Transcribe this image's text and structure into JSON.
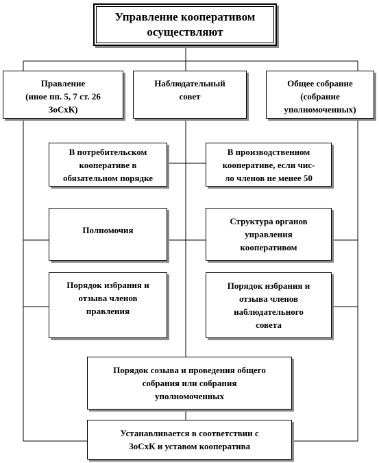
{
  "title": "Управление кооперативом\nосуществляют",
  "bodies": {
    "board": "Правление\n(иное пп. 5, 7 ст. 26\nЗоСхК)",
    "supervisory": "Наблюдательный\nсовет",
    "general": "Общее собрание\n(собрание\nуполномоченных)"
  },
  "rows": {
    "consumer": "В потребительском\nкооперативе в\nобязательном порядке",
    "production": "В производственном\nкооперативе, если  чис-\nло членов  не  менее 50",
    "powers": "Полномочия",
    "structure": "Структура  органов\nуправления\nкооперативом",
    "board_election": "Порядок избрания и\nотзыва членов\nправления",
    "council_election": "Порядок избрания и\nотзыва членов\nнаблюдательного\nсовета",
    "meeting_procedure": "Порядок созыва и проведения общего\nсобрания или собрания\nуполномоченных",
    "established": "Устанавливается в соответствии с\nЗоСхК и уставом кооператива"
  }
}
